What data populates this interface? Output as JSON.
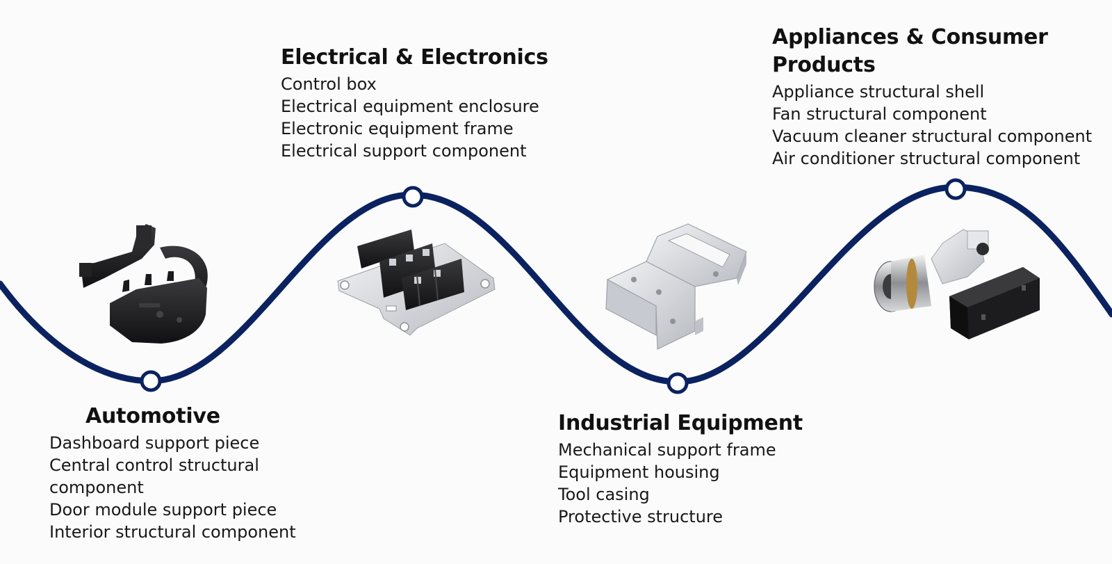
{
  "wave_color": "#0b2260",
  "sectors": {
    "automotive": {
      "title": "Automotive",
      "items": [
        "Dashboard support piece",
        "Central control structural",
        "component",
        "Door module support piece",
        "Interior structural component"
      ]
    },
    "electrical": {
      "title": "Electrical & Electronics",
      "items": [
        "Control box",
        "Electrical equipment enclosure",
        "Electronic equipment frame",
        "Electrical support component"
      ]
    },
    "industrial": {
      "title": "Industrial Equipment",
      "items": [
        "Mechanical support frame",
        "Equipment housing",
        "Tool casing",
        "Protective structure"
      ]
    },
    "appliances": {
      "title_line1": "Appliances & Consumer",
      "title_line2": "Products",
      "items": [
        "Appliance structural shell",
        "Fan structural component",
        "Vacuum cleaner structural component",
        "Air conditioner structural component"
      ]
    }
  },
  "products": [
    {
      "icon": "automotive-bracket-icon"
    },
    {
      "icon": "terminal-block-icon"
    },
    {
      "icon": "metal-bracket-icon"
    },
    {
      "icon": "valve-and-housing-icon"
    }
  ]
}
